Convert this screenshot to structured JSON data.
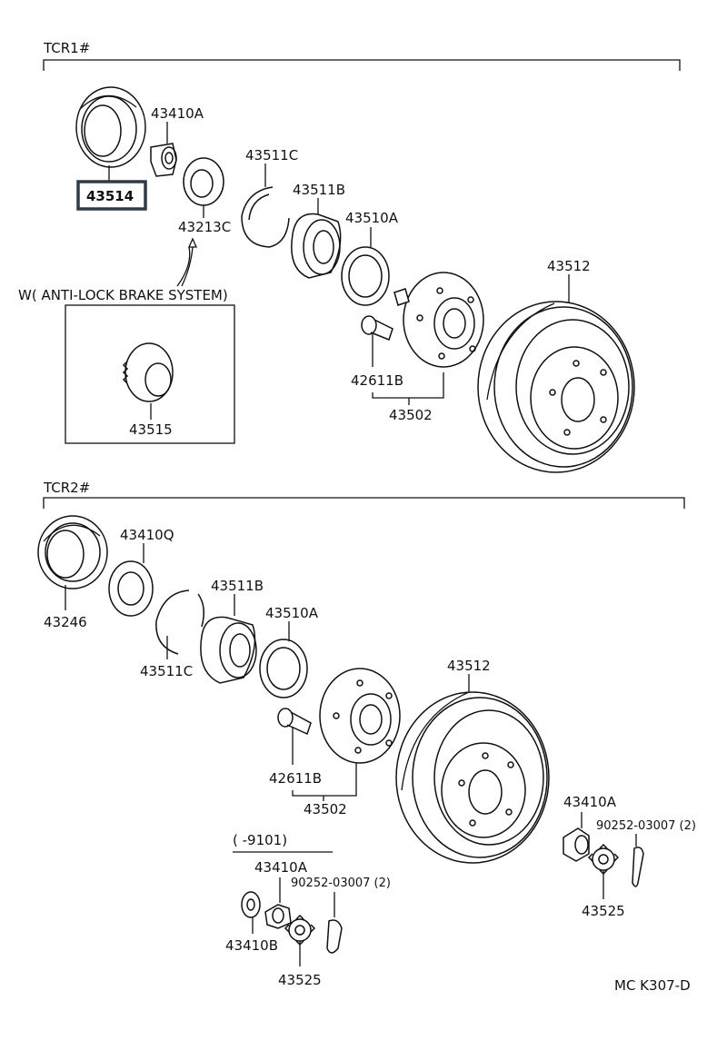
{
  "sections": {
    "tcr1": "TCR1#",
    "tcr2": "TCR2#"
  },
  "abs_note": "W( ANTI-LOCK  BRAKE  SYSTEM)",
  "range_note": "(     -9101)",
  "figure_code": "MC K307-D",
  "highlight_color": "#2e3b45",
  "parts": {
    "p43514": "43514",
    "p43410A_1": "43410A",
    "p43213C": "43213C",
    "p43511C_1": "43511C",
    "p43511B_1": "43511B",
    "p43510A_1": "43510A",
    "p43512_1": "43512",
    "p42611B_1": "42611B",
    "p43502_1": "43502",
    "p43515": "43515",
    "p43246": "43246",
    "p43410Q": "43410Q",
    "p43511B_2": "43511B",
    "p43511C_2": "43511C",
    "p43510A_2": "43510A",
    "p43512_2": "43512",
    "p42611B_2": "42611B",
    "p43502_2": "43502",
    "p43410A_2": "43410A",
    "p90252_1": "90252-03007 (2)",
    "p43410B": "43410B",
    "p43525_1": "43525",
    "p43410A_3": "43410A",
    "p90252_2": "90252-03007 (2)",
    "p43525_2": "43525"
  }
}
